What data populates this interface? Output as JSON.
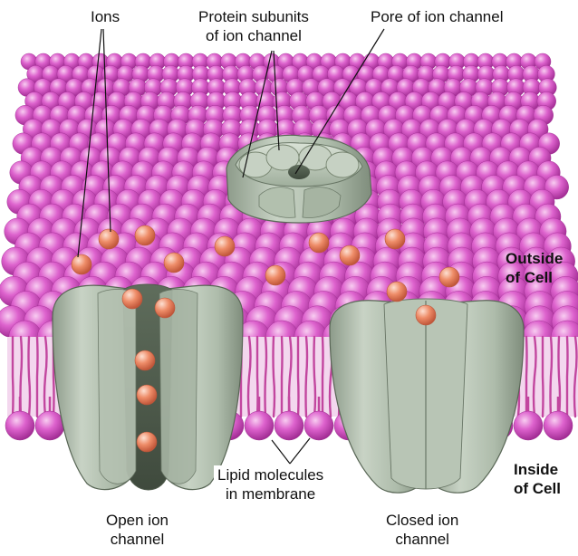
{
  "labels": {
    "ions": "Ions",
    "protein_subunits": [
      "Protein subunits",
      "of ion channel"
    ],
    "pore": "Pore of ion channel",
    "outside": [
      "Outside",
      "of Cell"
    ],
    "inside": [
      "Inside",
      "of Cell"
    ],
    "lipid": [
      "Lipid molecules",
      "in membrane"
    ],
    "open_channel": [
      "Open ion",
      "channel"
    ],
    "closed_channel": [
      "Closed ion",
      "channel"
    ]
  },
  "colors": {
    "lipid_head": "#d654c6",
    "lipid_highlight": "#f6c4ef",
    "lipid_shadow": "#9c2a8e",
    "lipid_tail": "#c2469f",
    "protein": "#a9b9a6",
    "protein_light": "#d4ddd2",
    "protein_dark": "#6f7d6c",
    "ion": "#ec8a66",
    "ion_highlight": "#fbd3c2"
  }
}
